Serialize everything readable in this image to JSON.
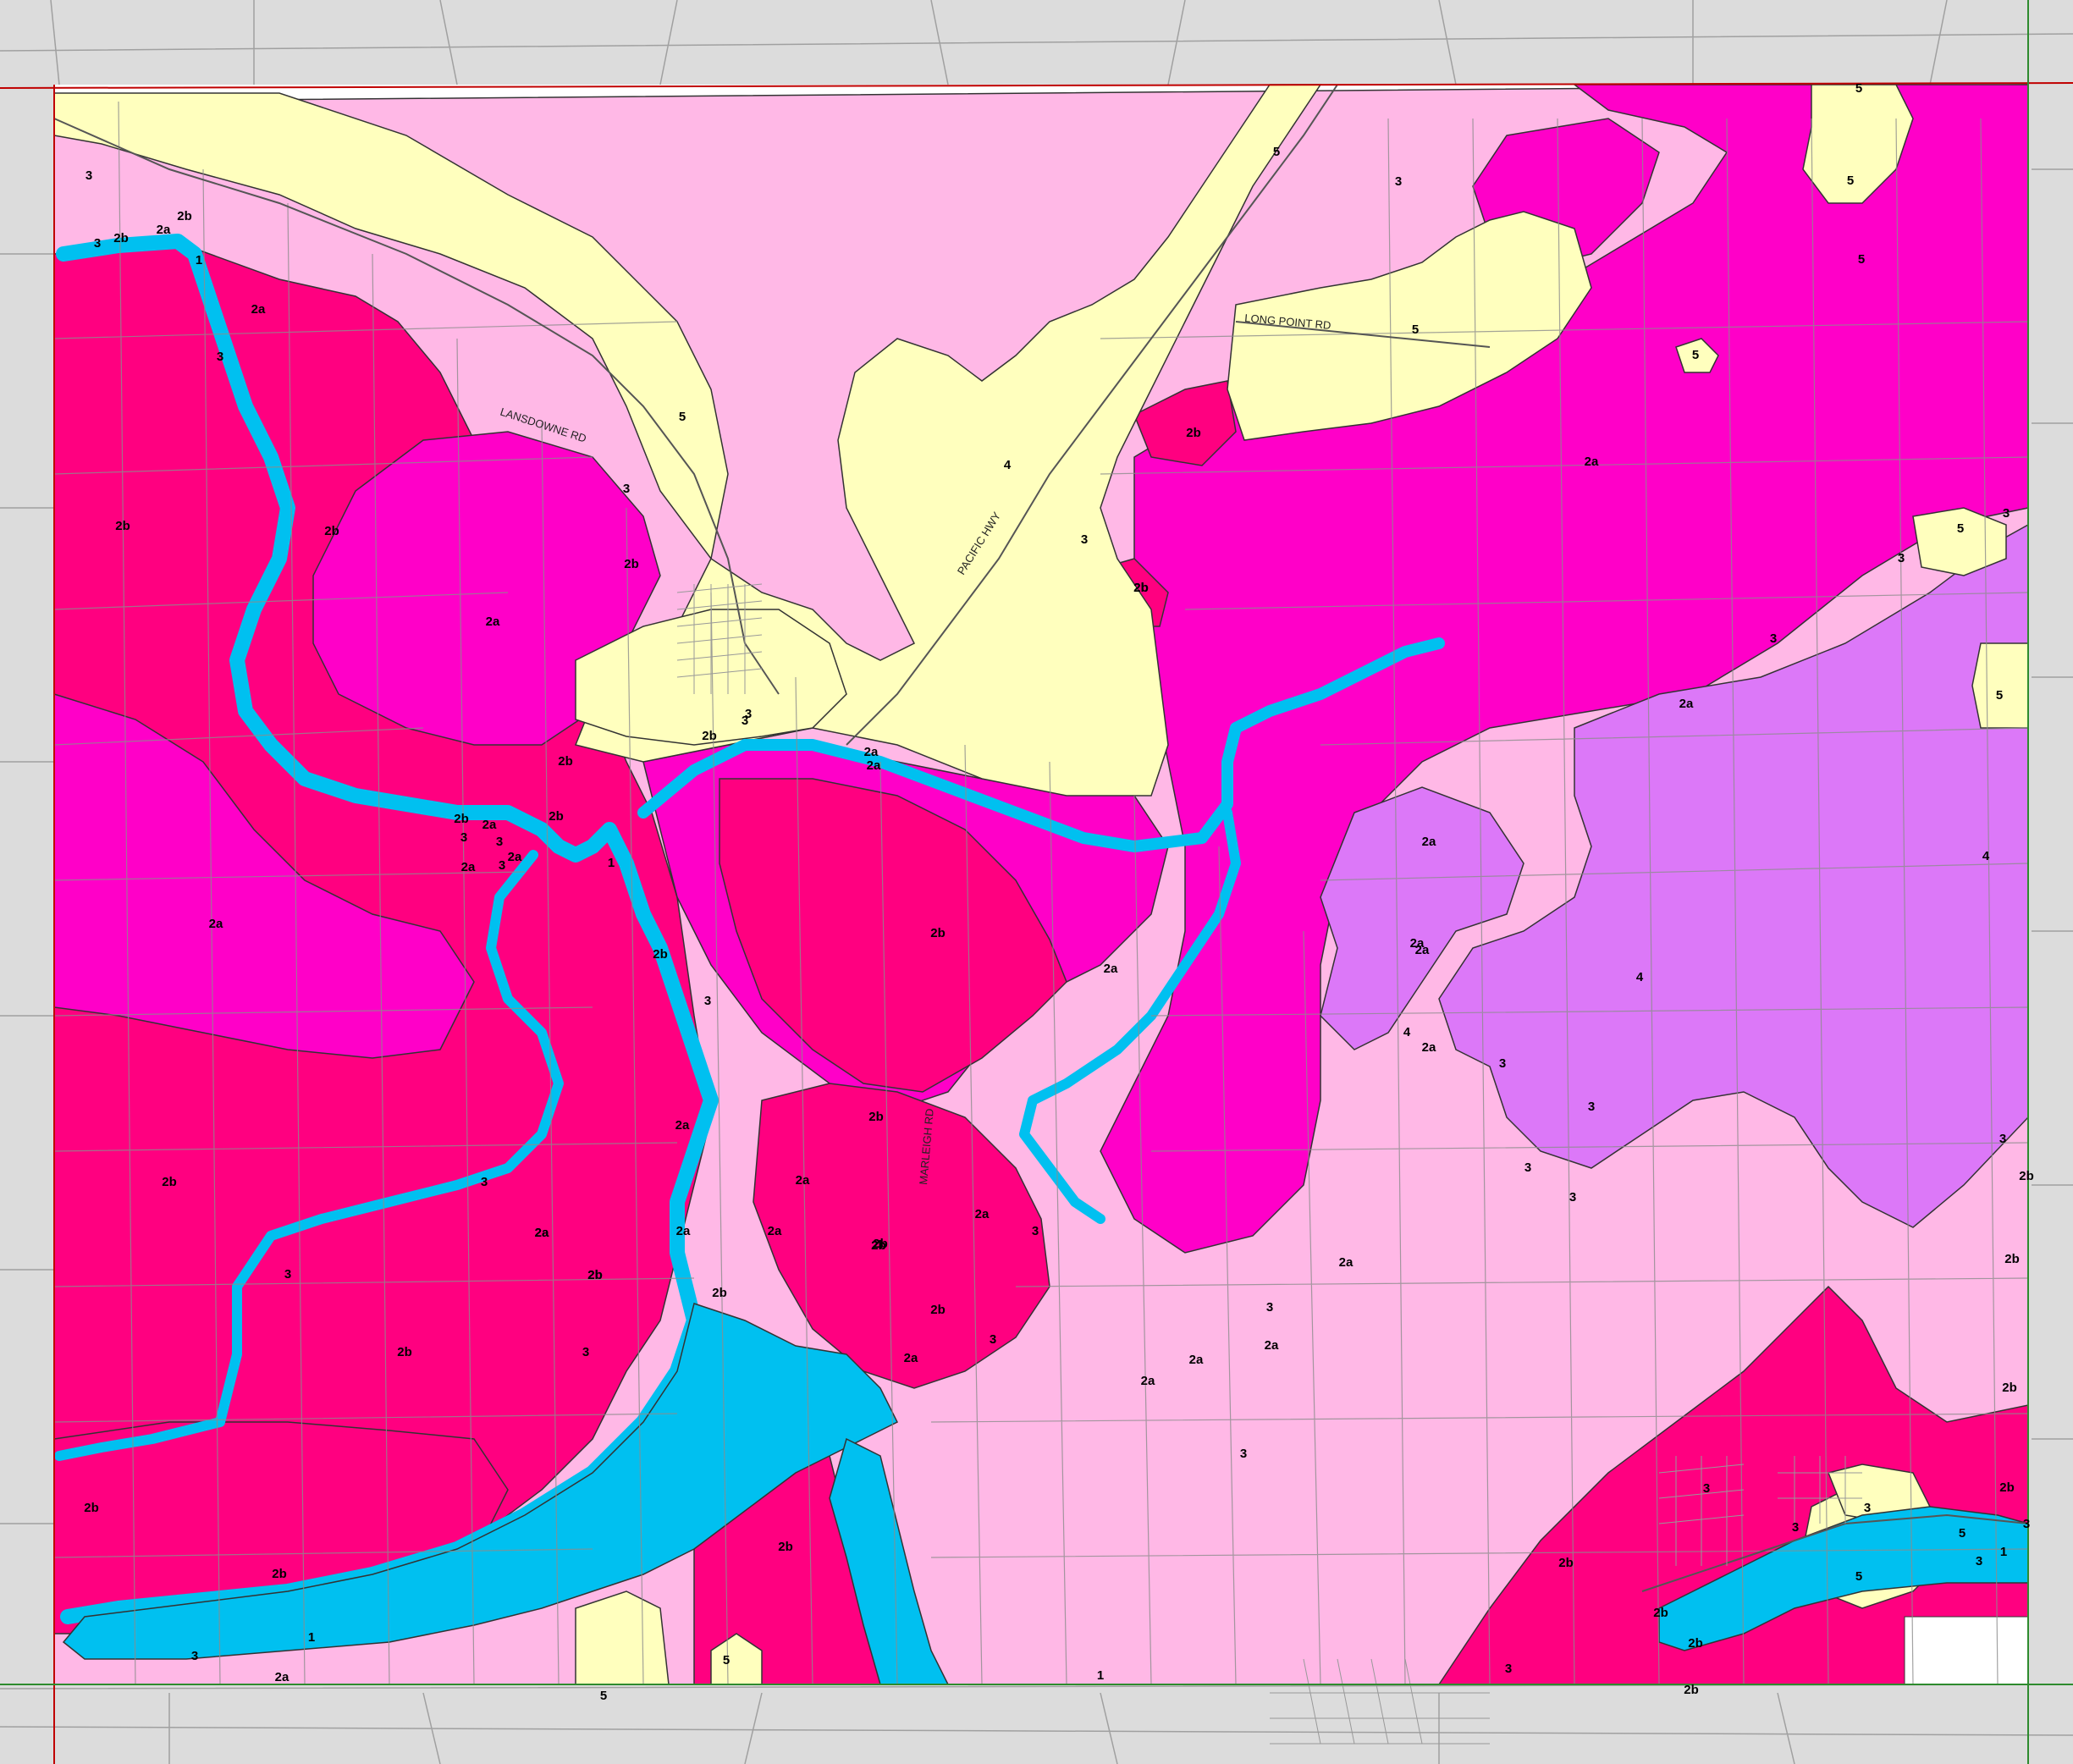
{
  "legend_classes": {
    "1": "#00c0f0",
    "2a": "#ff00c8",
    "2b": "#ff0080",
    "3": "#ffb8e6",
    "4": "#dc78f8",
    "5": "#ffffbe"
  },
  "colors": {
    "outside": "#dcdcdc",
    "unclassified": "#ffffff",
    "border_red": "#c00000",
    "border_green": "#2e8b2e",
    "cadastre": "#8c8c8c"
  },
  "road_labels": [
    "LANSDOWNE RD",
    "PACIFIC HWY",
    "LONG POINT RD",
    "MARLEIGH RD"
  ],
  "zone_labels": [
    {
      "text": "3"
    },
    {
      "text": "2b"
    },
    {
      "text": "3"
    },
    {
      "text": "2b"
    },
    {
      "text": "2a"
    },
    {
      "text": "1"
    },
    {
      "text": "2a"
    },
    {
      "text": "3"
    },
    {
      "text": "2b"
    },
    {
      "text": "2b"
    },
    {
      "text": "2a"
    },
    {
      "text": "5"
    },
    {
      "text": "3"
    },
    {
      "text": "2b"
    },
    {
      "text": "2b"
    },
    {
      "text": "3"
    },
    {
      "text": "2a"
    },
    {
      "text": "2b"
    },
    {
      "text": "3"
    },
    {
      "text": "2a"
    },
    {
      "text": "2b"
    },
    {
      "text": "3"
    },
    {
      "text": "3"
    },
    {
      "text": "2a"
    },
    {
      "text": "2a"
    },
    {
      "text": "1"
    },
    {
      "text": "2b"
    },
    {
      "text": "3"
    },
    {
      "text": "2a"
    },
    {
      "text": "2b"
    },
    {
      "text": "3"
    },
    {
      "text": "2a"
    },
    {
      "text": "2b"
    },
    {
      "text": "2b"
    },
    {
      "text": "2b"
    },
    {
      "text": "2a"
    },
    {
      "text": "2a"
    },
    {
      "text": "2a"
    },
    {
      "text": "2b"
    },
    {
      "text": "3"
    },
    {
      "text": "2a"
    },
    {
      "text": "2b"
    },
    {
      "text": "2a"
    },
    {
      "text": "2b"
    },
    {
      "text": "2a"
    },
    {
      "text": "3"
    },
    {
      "text": "2b"
    },
    {
      "text": "2a"
    },
    {
      "text": "3"
    },
    {
      "text": "2b"
    },
    {
      "text": "2b"
    },
    {
      "text": "2b"
    },
    {
      "text": "2b"
    },
    {
      "text": "2b"
    },
    {
      "text": "3"
    },
    {
      "text": "2b"
    },
    {
      "text": "2a"
    },
    {
      "text": "3"
    },
    {
      "text": "2a"
    },
    {
      "text": "1"
    },
    {
      "text": "2b"
    },
    {
      "text": "3"
    },
    {
      "text": "1"
    },
    {
      "text": "2a"
    },
    {
      "text": "5"
    },
    {
      "text": "5"
    },
    {
      "text": "3"
    },
    {
      "text": "5"
    },
    {
      "text": "2b"
    },
    {
      "text": "4"
    },
    {
      "text": "3"
    },
    {
      "text": "2b"
    },
    {
      "text": "5"
    },
    {
      "text": "3"
    },
    {
      "text": "5"
    },
    {
      "text": "5"
    },
    {
      "text": "5"
    },
    {
      "text": "5"
    },
    {
      "text": "2a"
    },
    {
      "text": "5"
    },
    {
      "text": "3"
    },
    {
      "text": "3"
    },
    {
      "text": "3"
    },
    {
      "text": "5"
    },
    {
      "text": "2a"
    },
    {
      "text": "2b"
    },
    {
      "text": "2a"
    },
    {
      "text": "2a"
    },
    {
      "text": "4"
    },
    {
      "text": "4"
    },
    {
      "text": "4"
    },
    {
      "text": "2a"
    },
    {
      "text": "3"
    },
    {
      "text": "3"
    },
    {
      "text": "3"
    },
    {
      "text": "3"
    },
    {
      "text": "3"
    },
    {
      "text": "2b"
    },
    {
      "text": "2b"
    },
    {
      "text": "2a"
    },
    {
      "text": "2a"
    },
    {
      "text": "2a"
    },
    {
      "text": "2a"
    },
    {
      "text": "2a"
    },
    {
      "text": "3"
    },
    {
      "text": "3"
    },
    {
      "text": "2b"
    },
    {
      "text": "2b"
    },
    {
      "text": "2b"
    },
    {
      "text": "3"
    },
    {
      "text": "3"
    },
    {
      "text": "5"
    },
    {
      "text": "1"
    },
    {
      "text": "2b"
    },
    {
      "text": "3"
    },
    {
      "text": "3"
    },
    {
      "text": "2b"
    },
    {
      "text": "2b"
    },
    {
      "text": "3"
    },
    {
      "text": "5"
    }
  ]
}
